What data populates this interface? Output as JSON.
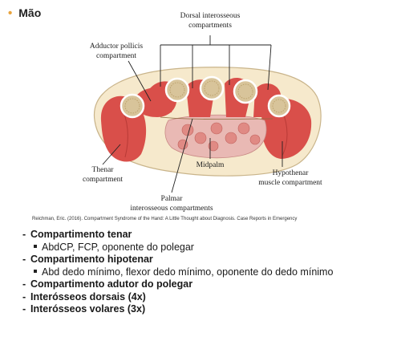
{
  "heading": {
    "bullet": "•",
    "title": "Mão"
  },
  "figure": {
    "labels": {
      "dorsal": [
        "Dorsal interosseous",
        "compartments"
      ],
      "adductor": [
        "Adductor pollicis",
        "compartment"
      ],
      "thenar": [
        "Thenar",
        "compartment"
      ],
      "midpalm": "Midpalm",
      "hypothenar": [
        "Hypothenar",
        "muscle compartment"
      ],
      "palmar": [
        "Palmar",
        "interosseous compartments"
      ]
    },
    "colors": {
      "muscle": "#d94f4a",
      "muscle_dark": "#b83a36",
      "bone": "#d8c49a",
      "skin": "#f6e9cc",
      "tendon": "#e9b9b4"
    }
  },
  "caption": "Reichman, Eric. (2016). Compartment Syndrome of the Hand: A Little Thought about Diagnosis. Case Reports in Emergency",
  "list": [
    {
      "dash": "-",
      "text": "Compartimento tenar"
    },
    {
      "sub": "AbdCP, FCP, oponente do polegar"
    },
    {
      "dash": "-",
      "text": "Compartimento hipotenar"
    },
    {
      "sub": "Abd dedo mínimo, flexor dedo mínimo, oponente do dedo mínimo"
    },
    {
      "dash": "-",
      "text": "Compartimento adutor do polegar"
    },
    {
      "dash": "-",
      "text": "Interósseos dorsais (4x)"
    },
    {
      "dash": "-",
      "text": "Interósseos volares (3x)"
    }
  ]
}
